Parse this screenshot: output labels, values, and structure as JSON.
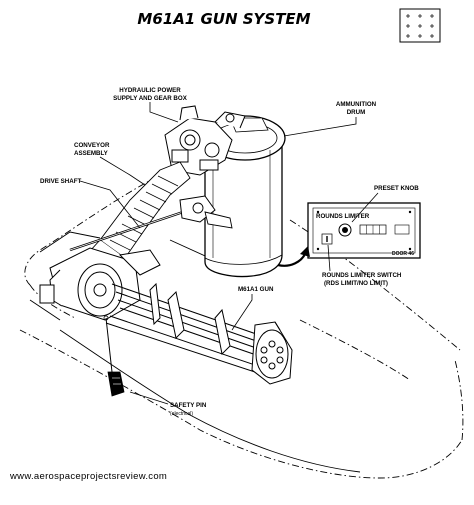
{
  "title": "M61A1 GUN SYSTEM",
  "labels": {
    "hydraulic_line1": "HYDRAULIC POWER",
    "hydraulic_line2": "SUPPLY AND GEAR BOX",
    "ammo_line1": "AMMUNITION",
    "ammo_line2": "DRUM",
    "conveyor_line1": "CONVEYOR",
    "conveyor_line2": "ASSEMBLY",
    "drive_shaft": "DRIVE SHAFT",
    "preset_knob": "PRESET KNOB",
    "rounds_limiter": "ROUNDS LIMITER",
    "door": "DOOR 46",
    "switch_line1": "ROUNDS LIMITER SWITCH",
    "switch_line2": "(RDS LIMIT/NO LIMIT)",
    "gun": "M61A1 GUN",
    "safety_line1": "SAFETY PIN",
    "safety_line2": "(electrical)"
  },
  "footer": "www.aerospaceprojectsreview.com"
}
